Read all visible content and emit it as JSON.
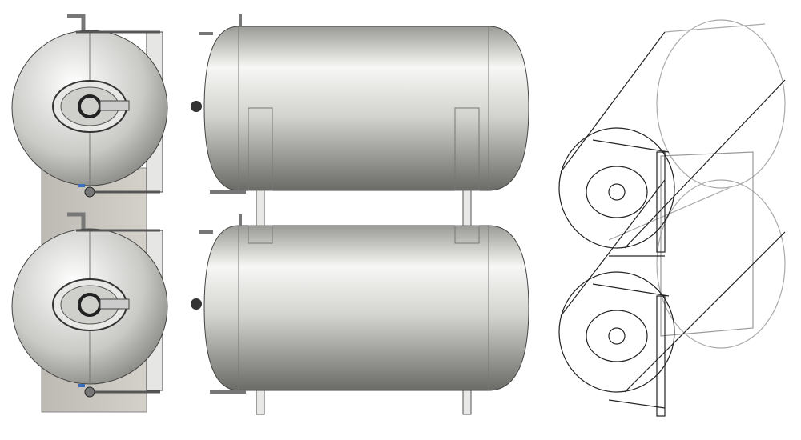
{
  "figure": {
    "subject": "horizontal-tank-stack",
    "views": [
      "front-view",
      "side-view",
      "isometric-wireframe"
    ],
    "colors": {
      "background": "#ffffff",
      "steel_light": "#f4f4f2",
      "steel_dark": "#6e6e6a",
      "frame_plate": "#c9c6bf",
      "outline": "#3a3a3a",
      "valve_blue": "#3a6fc0"
    }
  }
}
